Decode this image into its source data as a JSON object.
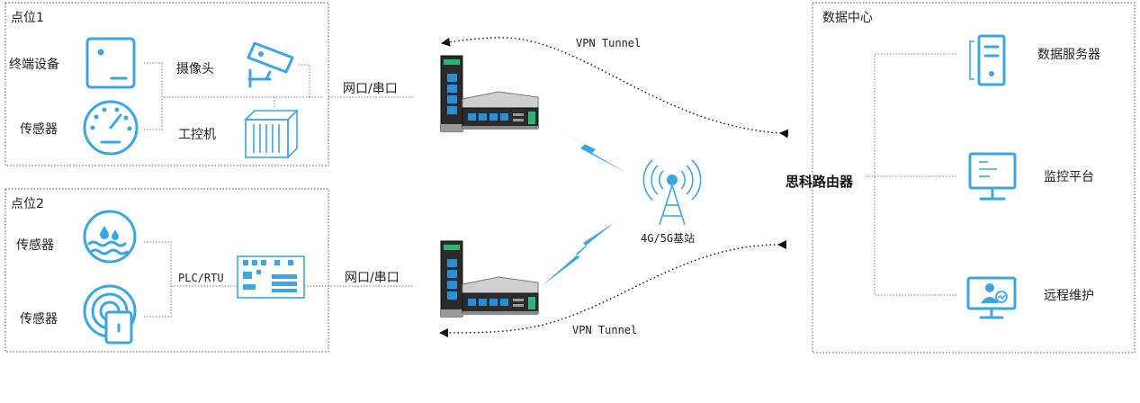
{
  "site1": {
    "title": "点位1",
    "terminal_label": "终端设备",
    "sensor_label": "传感器",
    "camera_label": "摄像头",
    "ipc_label": "工控机"
  },
  "site2": {
    "title": "点位2",
    "sensor1_label": "传感器",
    "sensor2_label": "传感器",
    "plc_label": "PLC/RTU"
  },
  "links": {
    "port_top": "网口/串口",
    "port_bottom": "网口/串口",
    "vpn_top": "VPN Tunnel",
    "vpn_bottom": "VPN Tunnel"
  },
  "base_station_label": "4G/5G基站",
  "center_label": "思科路由器",
  "datacenter": {
    "title": "数据中心",
    "server_label": "数据服务器",
    "monitor_label": "监控平台",
    "remote_label": "远程维护"
  },
  "colors": {
    "accent": "#3aa6e4",
    "device_green": "#2bb673"
  }
}
